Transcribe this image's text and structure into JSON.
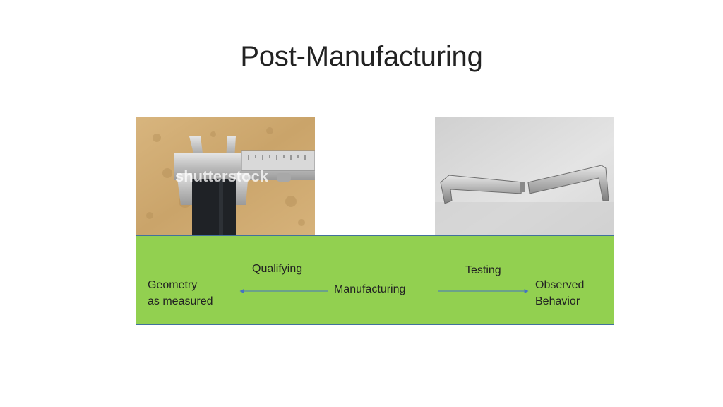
{
  "slide": {
    "title": "Post-Manufacturing"
  },
  "images": {
    "left": {
      "subject": "caliper measuring a black part",
      "watermark": "shutterstock"
    },
    "right": {
      "subject": "broken metal test bar"
    }
  },
  "diagram": {
    "background_color": "#92d050",
    "arrow_color": "#4472c4",
    "nodes": {
      "left": {
        "line1": "Geometry",
        "line2": "as measured"
      },
      "center": "Manufacturing",
      "right": {
        "line1": "Observed",
        "line2": "Behavior"
      }
    },
    "edges": {
      "left_label": "Qualifying",
      "right_label": "Testing"
    }
  }
}
